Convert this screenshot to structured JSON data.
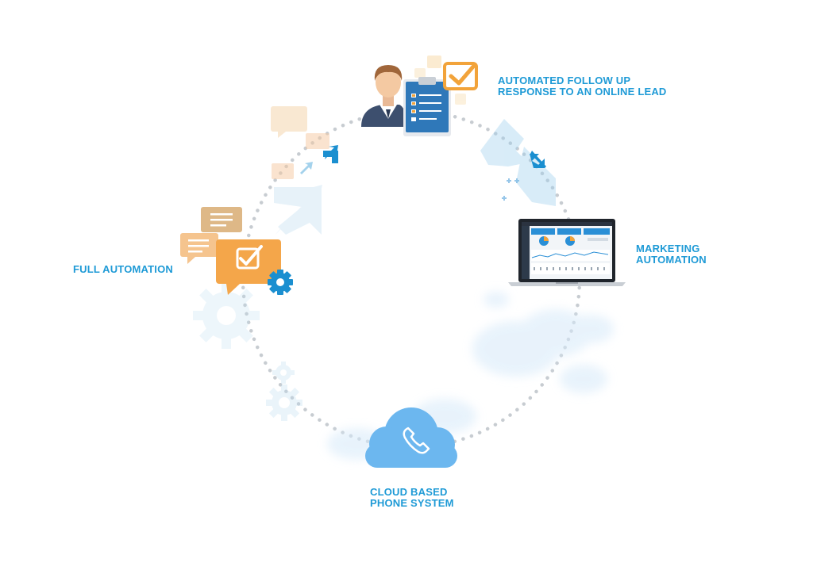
{
  "labels": {
    "followup": [
      "AUTOMATED FOLLOW UP",
      "RESPONSE TO AN ONLINE LEAD"
    ],
    "marketing": [
      "MARKETING",
      "AUTOMATION"
    ],
    "cloud": [
      "CLOUD BASED",
      "PHONE SYSTEM"
    ],
    "full": [
      "FULL AUTOMATION"
    ]
  },
  "icons": {
    "followup": "businessman-with-checklist-icon",
    "marketing": "laptop-dashboard-icon",
    "cloud": "cloud-phone-icon",
    "full": "chat-bubbles-checkmark-gear-icon"
  },
  "colors": {
    "label_text": "#1e9ad6",
    "accent_blue": "#1b8fd0",
    "cloud_blue": "#6cb7ef",
    "chat_orange": "#f4a64a",
    "chat_tan": "#deb887",
    "dots": "#c7ccd1"
  }
}
